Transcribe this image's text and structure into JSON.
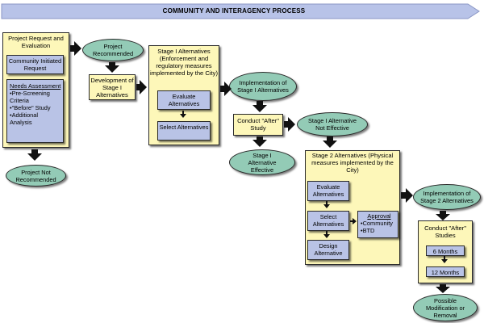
{
  "banner": {
    "text": "COMMUNITY AND INTERAGENCY PROCESS",
    "color": "#b8c3e8"
  },
  "colors": {
    "yellow": "#fdf7b9",
    "blue": "#b9c3e6",
    "green": "#93cbb6"
  },
  "project_request": {
    "title": "Project Request and Evaluation",
    "community_request": "Community Initiated Request",
    "needs_title": "Needs Assessment",
    "needs_items": [
      "•Pre-Screening Criteria",
      "•\"Before\" Study",
      "•Additional Analysis"
    ]
  },
  "not_recommended": "Project Not Recommended",
  "recommended": "Project Recommended",
  "development": "Development of Stage I Alternatives",
  "stage1": {
    "title": "Stage I Alternatives (Enforcement and regulatory measures implemented by the City)",
    "evaluate": "Evaluate Alternatives",
    "select": "Select Alternatives"
  },
  "implementation1": "Implementation of Stage I Alternatives",
  "conduct_after": "Conduct \"After\" Study",
  "stage1_effective": "Stage I Alternative Effective",
  "stage1_not_effective": "Stage I Alternative Not Effective",
  "stage2": {
    "title": "Stage 2 Alternatives (Physical measures implemented by the City)",
    "evaluate": "Evaluate Alternatives",
    "select": "Select Alternatives",
    "design": "Design Alternative",
    "approval_title": "Approval",
    "approval_items": [
      "•Community",
      "•BTD"
    ]
  },
  "implementation2": "Implementation of Stage 2 Alternatives",
  "after_studies": {
    "title": "Conduct \"After\" Studies",
    "six": "6 Months",
    "twelve": "12 Months"
  },
  "final": "Possible Modification or Removal"
}
